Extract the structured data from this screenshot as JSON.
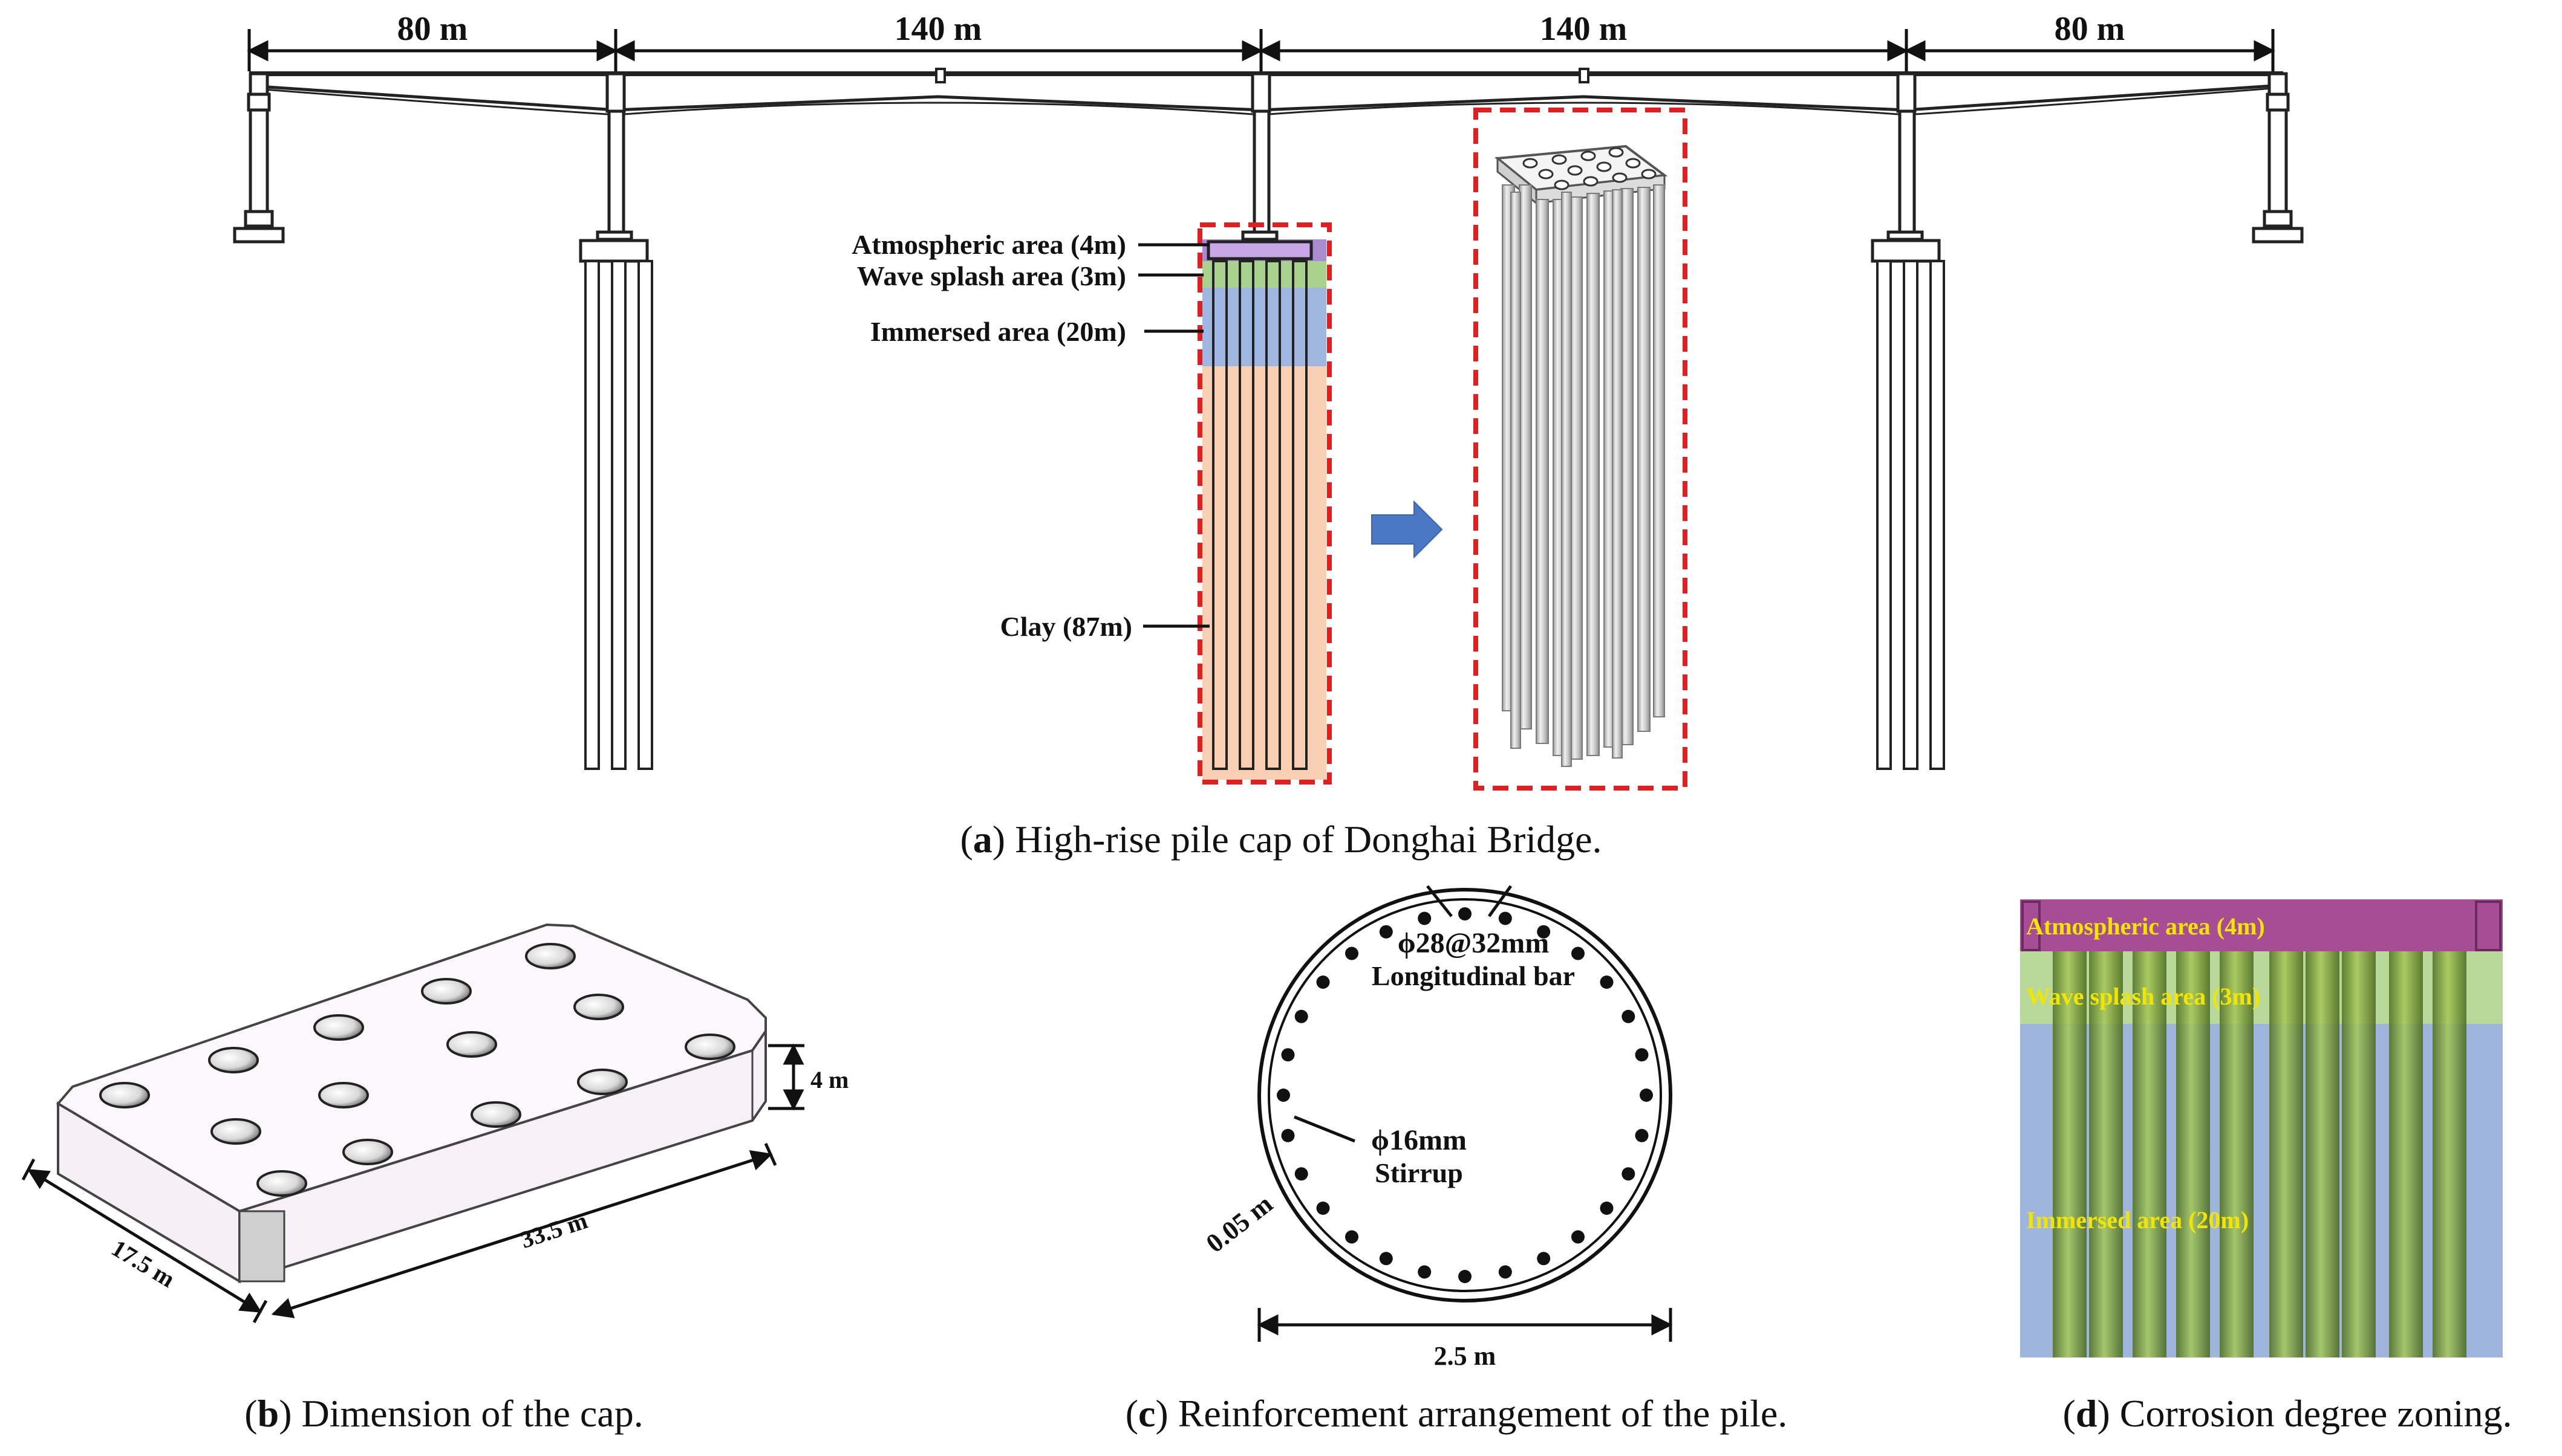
{
  "panel_a": {
    "spans": [
      "80 m",
      "140 m",
      "140 m",
      "80 m"
    ],
    "zones": [
      {
        "label": "Atmospheric area (4m)",
        "color": "#a98bd0"
      },
      {
        "label": "Wave splash area (3m)",
        "color": "#a9d18e"
      },
      {
        "label": "Immersed area (20m)",
        "color": "#9eb6e0"
      },
      {
        "label": "Clay (87m)",
        "color": "#f8cfb2"
      }
    ],
    "caption_letter": "a",
    "caption_text": " High-rise pile cap of Donghai Bridge."
  },
  "panel_b": {
    "height": "4 m",
    "width": "17.5 m",
    "length": "33.5 m",
    "caption_letter": "b",
    "caption_text": " Dimension of the cap."
  },
  "panel_c": {
    "long_bar": "ϕ28@32mm",
    "long_bar_name": "Longitudinal bar",
    "stirrup": "ϕ16mm",
    "stirrup_name": "Stirrup",
    "cover": "0.05 m",
    "diameter": "2.5 m",
    "caption_letter": "c",
    "caption_text": " Reinforcement arrangement of the pile."
  },
  "panel_d": {
    "zones": [
      {
        "label": "Atmospheric area (4m)",
        "color": "#a64d95"
      },
      {
        "label": "Wave splash area (3m)",
        "color": "#b9d99a"
      },
      {
        "label": "Immersed area (20m)",
        "color": "#9fb5dd"
      }
    ],
    "pile_color": "#7fa23c",
    "caption_letter": "d",
    "caption_text": " Corrosion degree zoning."
  }
}
